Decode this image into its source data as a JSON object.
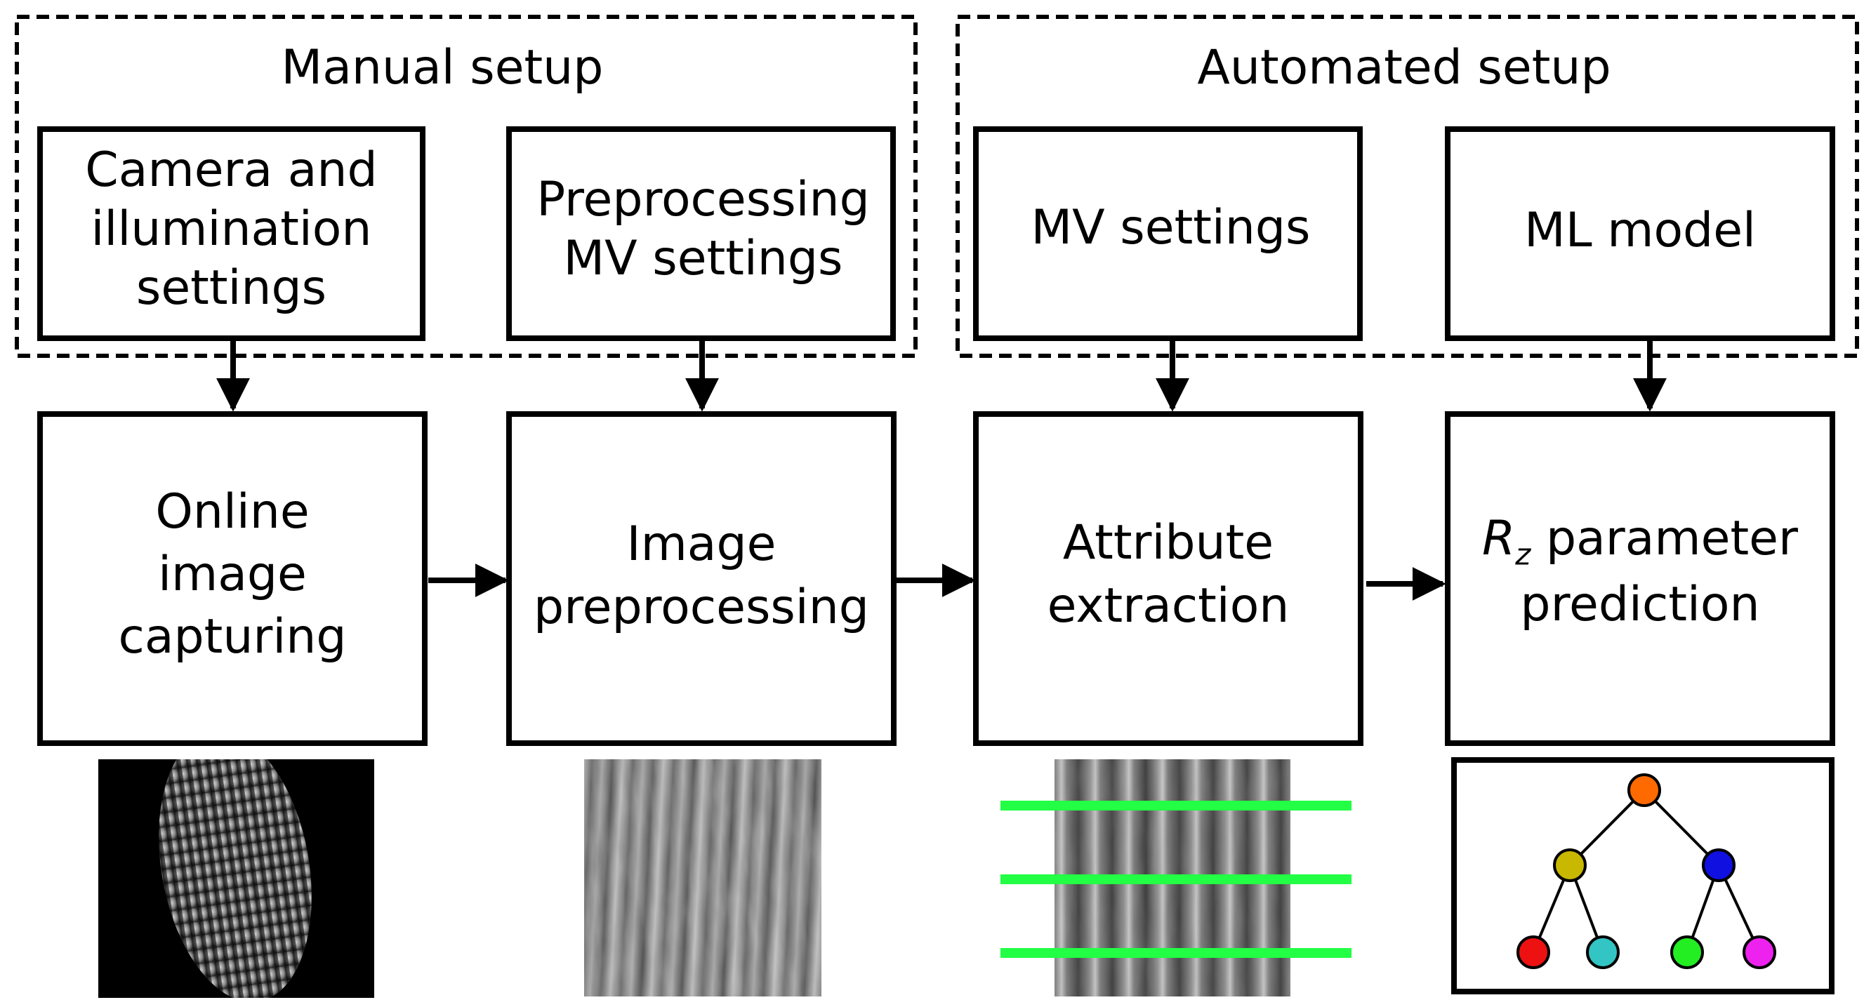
{
  "groups": {
    "manual": {
      "title": "Manual setup"
    },
    "automated": {
      "title": "Automated setup"
    }
  },
  "setup_boxes": {
    "camera": {
      "lines": [
        "Camera and",
        "illumination",
        "settings"
      ]
    },
    "preproc_mv": {
      "lines": [
        "Preprocessing",
        "MV settings"
      ]
    },
    "mv": {
      "lines": [
        "MV settings"
      ]
    },
    "ml": {
      "lines": [
        "ML model"
      ]
    }
  },
  "process_boxes": {
    "capture": {
      "lines": [
        "Online",
        "image",
        "capturing"
      ]
    },
    "preprocess": {
      "lines": [
        "Image",
        "preprocessing"
      ]
    },
    "attribute": {
      "lines": [
        "Attribute",
        "extraction"
      ]
    },
    "prediction": {
      "symbol": "R",
      "subscript": "z",
      "line1_rest": " parameter",
      "line2": "prediction"
    }
  },
  "colors": {
    "stroke": "#000000",
    "scan_line": "#22ff44",
    "tree_root": "#ff6a00",
    "tree_left": "#c8b800",
    "tree_right": "#1010e0",
    "leaf_1": "#ee1111",
    "leaf_2": "#33c4c4",
    "leaf_3": "#22ee22",
    "leaf_4": "#ee22ee"
  }
}
